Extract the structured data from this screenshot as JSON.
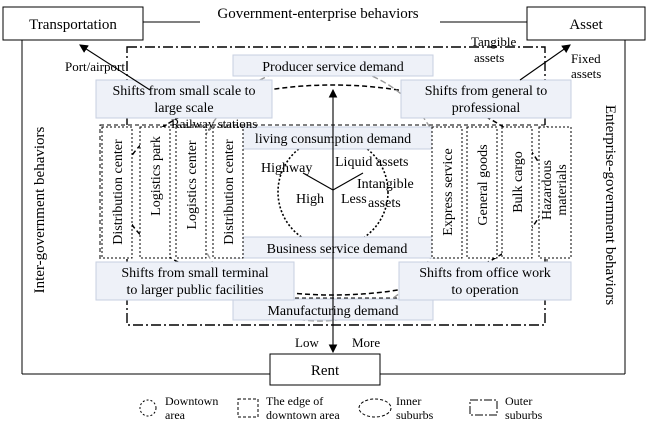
{
  "corner_boxes": {
    "transportation": "Transportation",
    "asset": "Asset",
    "rent": "Rent"
  },
  "edge_labels": {
    "top": "Government-enterprise behaviors",
    "left": "Inter-government behaviors",
    "right": "Enterprise-government behaviors"
  },
  "outer_labels": {
    "port_airport": "Port/airport",
    "tangible_assets": [
      "Tangible",
      "assets"
    ],
    "fixed_assets": [
      "Fixed",
      "assets"
    ],
    "railway_stations": "Railway stations",
    "low": "Low",
    "more": "More"
  },
  "demand_bars": {
    "producer": "Producer service demand",
    "living": "living consumption demand",
    "business": "Business service demand",
    "manufacturing": "Manufacturing demand"
  },
  "shift_boxes": {
    "top_left": [
      "Shifts from small scale to",
      "large scale"
    ],
    "top_right": [
      "Shifts from general to",
      "professional"
    ],
    "bottom_left": [
      "Shifts from small terminal",
      "to larger public facilities"
    ],
    "bottom_right": [
      "Shifts from office work",
      "to operation"
    ]
  },
  "vertical_boxes": {
    "left": [
      "Distribution center",
      "Logistics park",
      "Logistics center",
      "Distribution center"
    ],
    "right": [
      "Express service",
      "General goods",
      "Bulk cargo",
      "Hazardous",
      "materials"
    ]
  },
  "center_labels": {
    "highway": "Highway",
    "high": "High",
    "less": "Less",
    "liquid_assets": "Liquid assets",
    "intangible_assets": [
      "Intangible",
      "assets"
    ]
  },
  "legend": [
    {
      "label": [
        "Downtown",
        "area"
      ]
    },
    {
      "label": [
        "The edge of",
        "downtown area"
      ]
    },
    {
      "label": [
        "Inner",
        "suburbs"
      ]
    },
    {
      "label": [
        "Outer",
        "suburbs"
      ]
    }
  ]
}
